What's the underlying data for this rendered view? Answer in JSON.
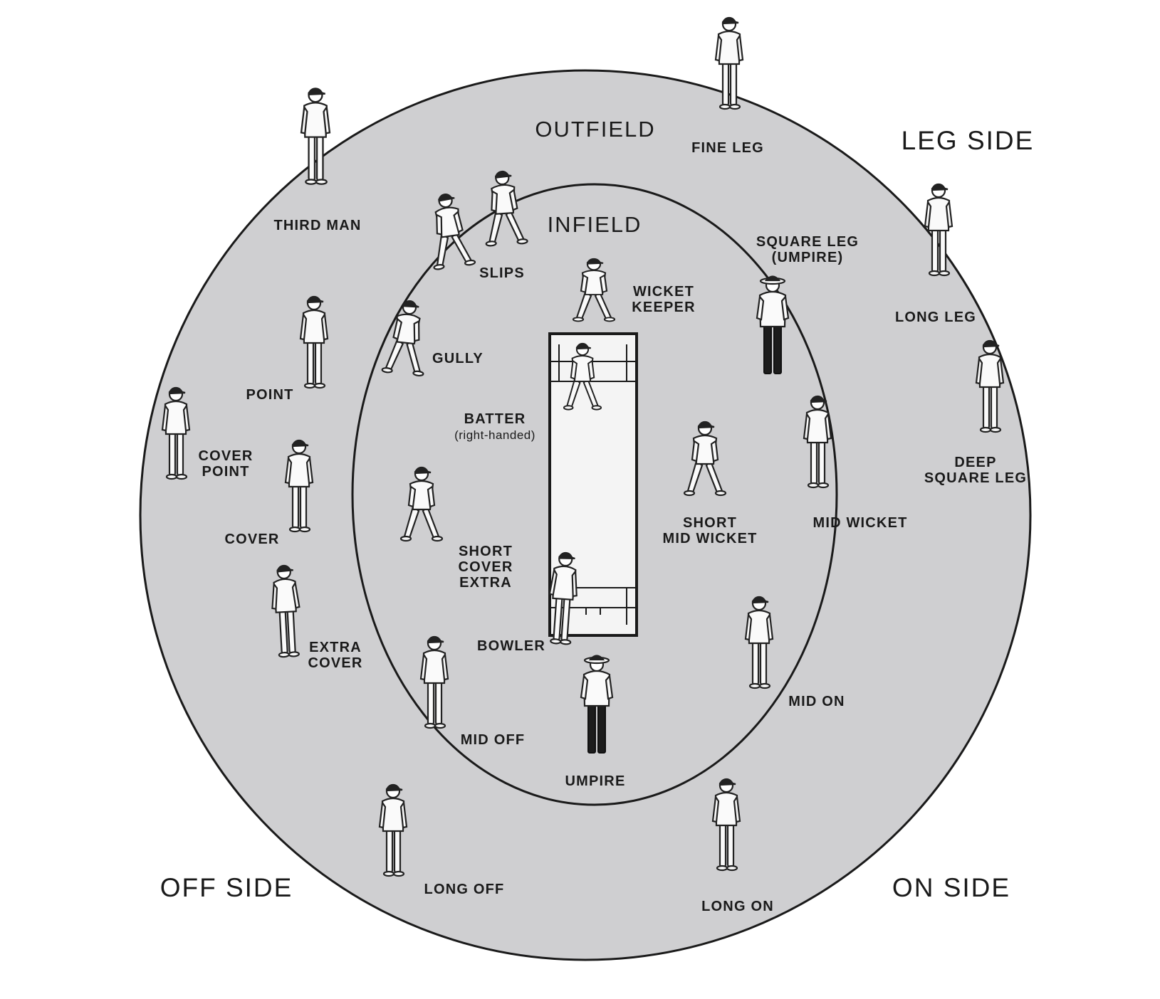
{
  "colors": {
    "field": "#cfcfd1",
    "field_stroke": "#1a1a1a",
    "pitch": "#f4f4f4",
    "background": "#ffffff"
  },
  "zones": {
    "outfield": "OUTFIELD",
    "infield": "INFIELD"
  },
  "sides": {
    "leg_side": "LEG SIDE",
    "off_side": "OFF SIDE",
    "on_side": "ON SIDE"
  },
  "positions": {
    "third_man": [
      "THIRD MAN"
    ],
    "fine_leg": [
      "FINE LEG"
    ],
    "slips": [
      "SLIPS"
    ],
    "square_leg": [
      "SQUARE LEG",
      "(UMPIRE)"
    ],
    "long_leg": [
      "LONG LEG"
    ],
    "wicket_keeper": [
      "WICKET",
      "KEEPER"
    ],
    "gully": [
      "GULLY"
    ],
    "point": [
      "POINT"
    ],
    "batter": [
      "BATTER"
    ],
    "batter_note": "(right-handed)",
    "cover_point": [
      "COVER",
      "POINT"
    ],
    "deep_square_leg": [
      "DEEP",
      "SQUARE LEG"
    ],
    "short_mid_wicket": [
      "SHORT",
      "MID WICKET"
    ],
    "mid_wicket": [
      "MID WICKET"
    ],
    "cover": [
      "COVER"
    ],
    "short_cover_extra": [
      "SHORT",
      "COVER",
      "EXTRA"
    ],
    "bowler": [
      "BOWLER"
    ],
    "extra_cover": [
      "EXTRA",
      "COVER"
    ],
    "mid_on": [
      "MID ON"
    ],
    "mid_off": [
      "MID OFF"
    ],
    "umpire": [
      "UMPIRE"
    ],
    "long_off": [
      "LONG OFF"
    ],
    "long_on": [
      "LONG ON"
    ]
  },
  "icons": {
    "fielder": "standing-fielder-icon",
    "crouching_fielder": "crouching-fielder-icon",
    "umpire": "umpire-icon",
    "batter": "batter-icon",
    "bowler": "bowler-icon",
    "keeper": "wicket-keeper-icon"
  }
}
